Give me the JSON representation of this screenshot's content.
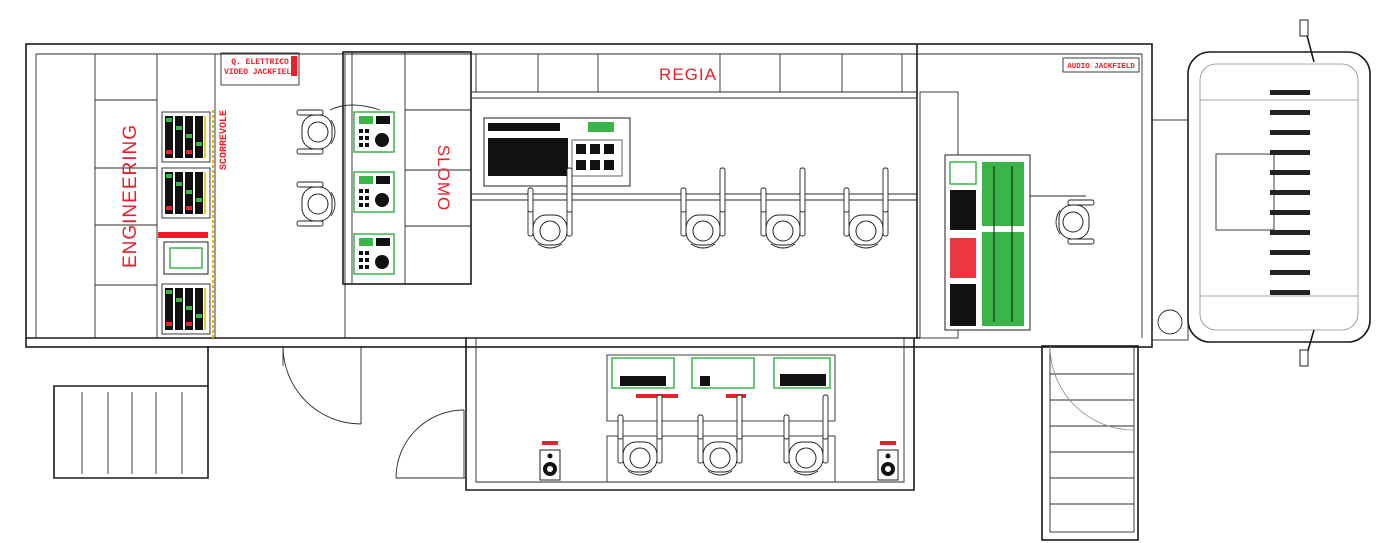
{
  "labels": {
    "engineering": "ENGINEERING",
    "scorrevole": "SCORREVOLE",
    "elettrico_line1": "Q. ELETTRICO",
    "elettrico_line2": "VIDEO JACKFIELD",
    "slomo": "SLOMO",
    "regia": "REGIA",
    "audio_jackfield": "AUDIO JACKFIELD"
  },
  "colors": {
    "label_red": "#e8202a",
    "wall": "#1b1b1b",
    "equipment_green": "#3bb54a",
    "accent_yellow": "#e8b400"
  }
}
